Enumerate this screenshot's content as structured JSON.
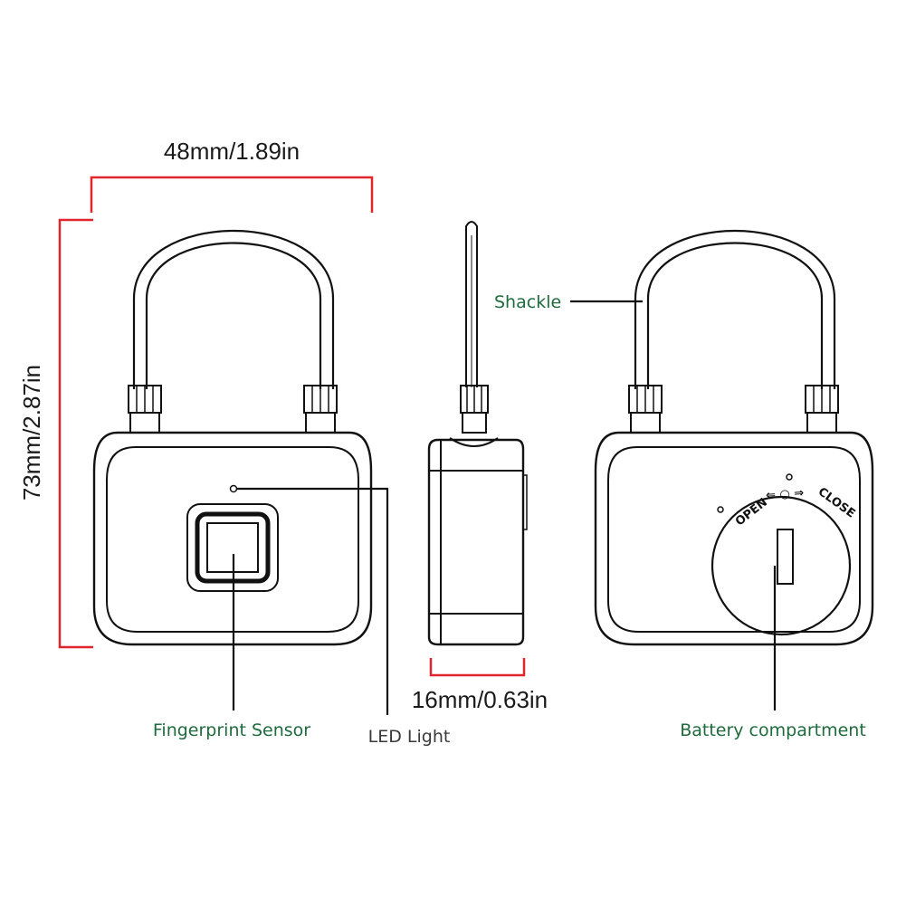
{
  "dimensions": {
    "width": "48mm/1.89in",
    "height": "73mm/2.87in",
    "depth": "16mm/0.63in"
  },
  "labels": {
    "shackle": "Shackle",
    "fingerprint_sensor": "Fingerprint Sensor",
    "led_light": "LED Light",
    "battery_compartment": "Battery compartment"
  },
  "dial": {
    "open": "OPEN",
    "close": "CLOSE",
    "arrows": "⇐ ○ ⇒"
  },
  "colors": {
    "dimension_line": "#e0262a",
    "label_green": "#1e6b3c",
    "outline": "#111111"
  }
}
